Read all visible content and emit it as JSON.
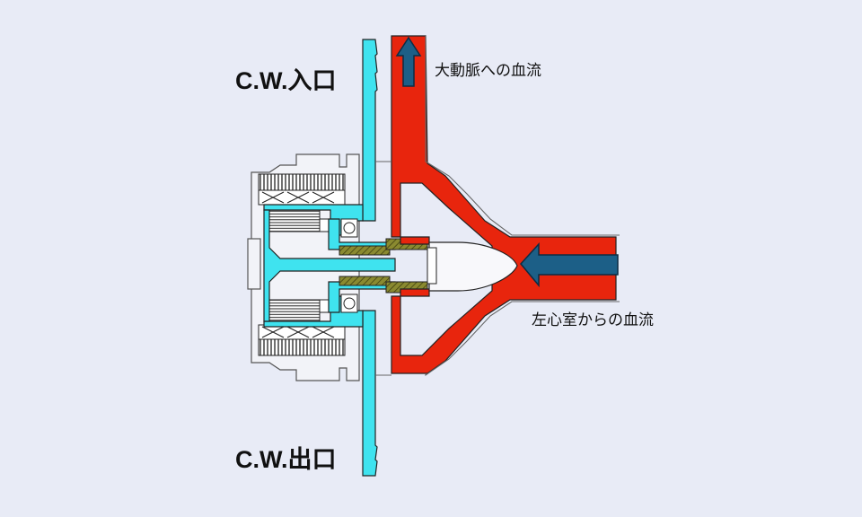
{
  "labels": {
    "cw_inlet": "C.W.入口",
    "cw_outlet": "C.W.出口",
    "aorta_flow": "大動脈への血流",
    "lv_flow": "左心室からの血流"
  },
  "colors": {
    "background": "#e8ebf6",
    "blood": "#e8250d",
    "cooling_water": "#3fe3ef",
    "bushing": "#7a7a2a",
    "arrow": "#1c5f87",
    "outline": "#333333",
    "housing": "#f2f3f8"
  }
}
